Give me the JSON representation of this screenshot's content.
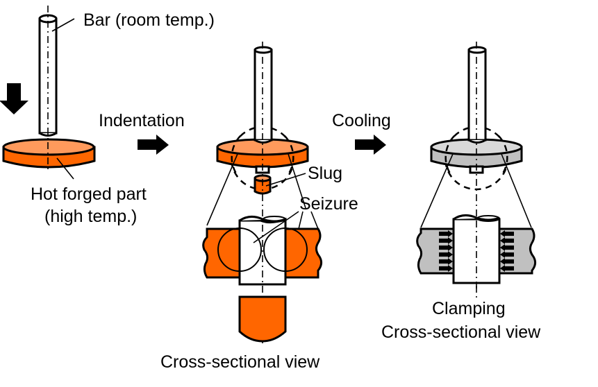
{
  "title": "Seizure and clamping joining process: bar indentation into hot forged part",
  "colors": {
    "hot_top": "#ff9a5c",
    "hot_side": "#ff6600",
    "cool_top": "#d9d9d9",
    "cool_side": "#c0c0c0",
    "line": "#000000",
    "bar_fill": "#ffffff"
  },
  "stages": [
    {
      "id": "initial",
      "state": "hot"
    },
    {
      "id": "indentation",
      "state": "hot"
    },
    {
      "id": "cooling",
      "state": "cooled"
    }
  ],
  "labels": {
    "bar": "Bar (room temp.)",
    "hot_part_line1": "Hot forged part",
    "hot_part_line2": "(high temp.)",
    "step1": "Indentation",
    "step2": "Cooling",
    "slug": "Slug",
    "seizure": "Seizure",
    "cross_section_1": "Cross-sectional view",
    "clamping": "Clamping",
    "cross_section_2": "Cross-sectional view"
  },
  "icons": {
    "press_arrow": "down-arrow",
    "step_arrow": "right-arrow",
    "clamp_arrows": "inward-arrows"
  },
  "clamp_arrow_count_per_side": 6
}
